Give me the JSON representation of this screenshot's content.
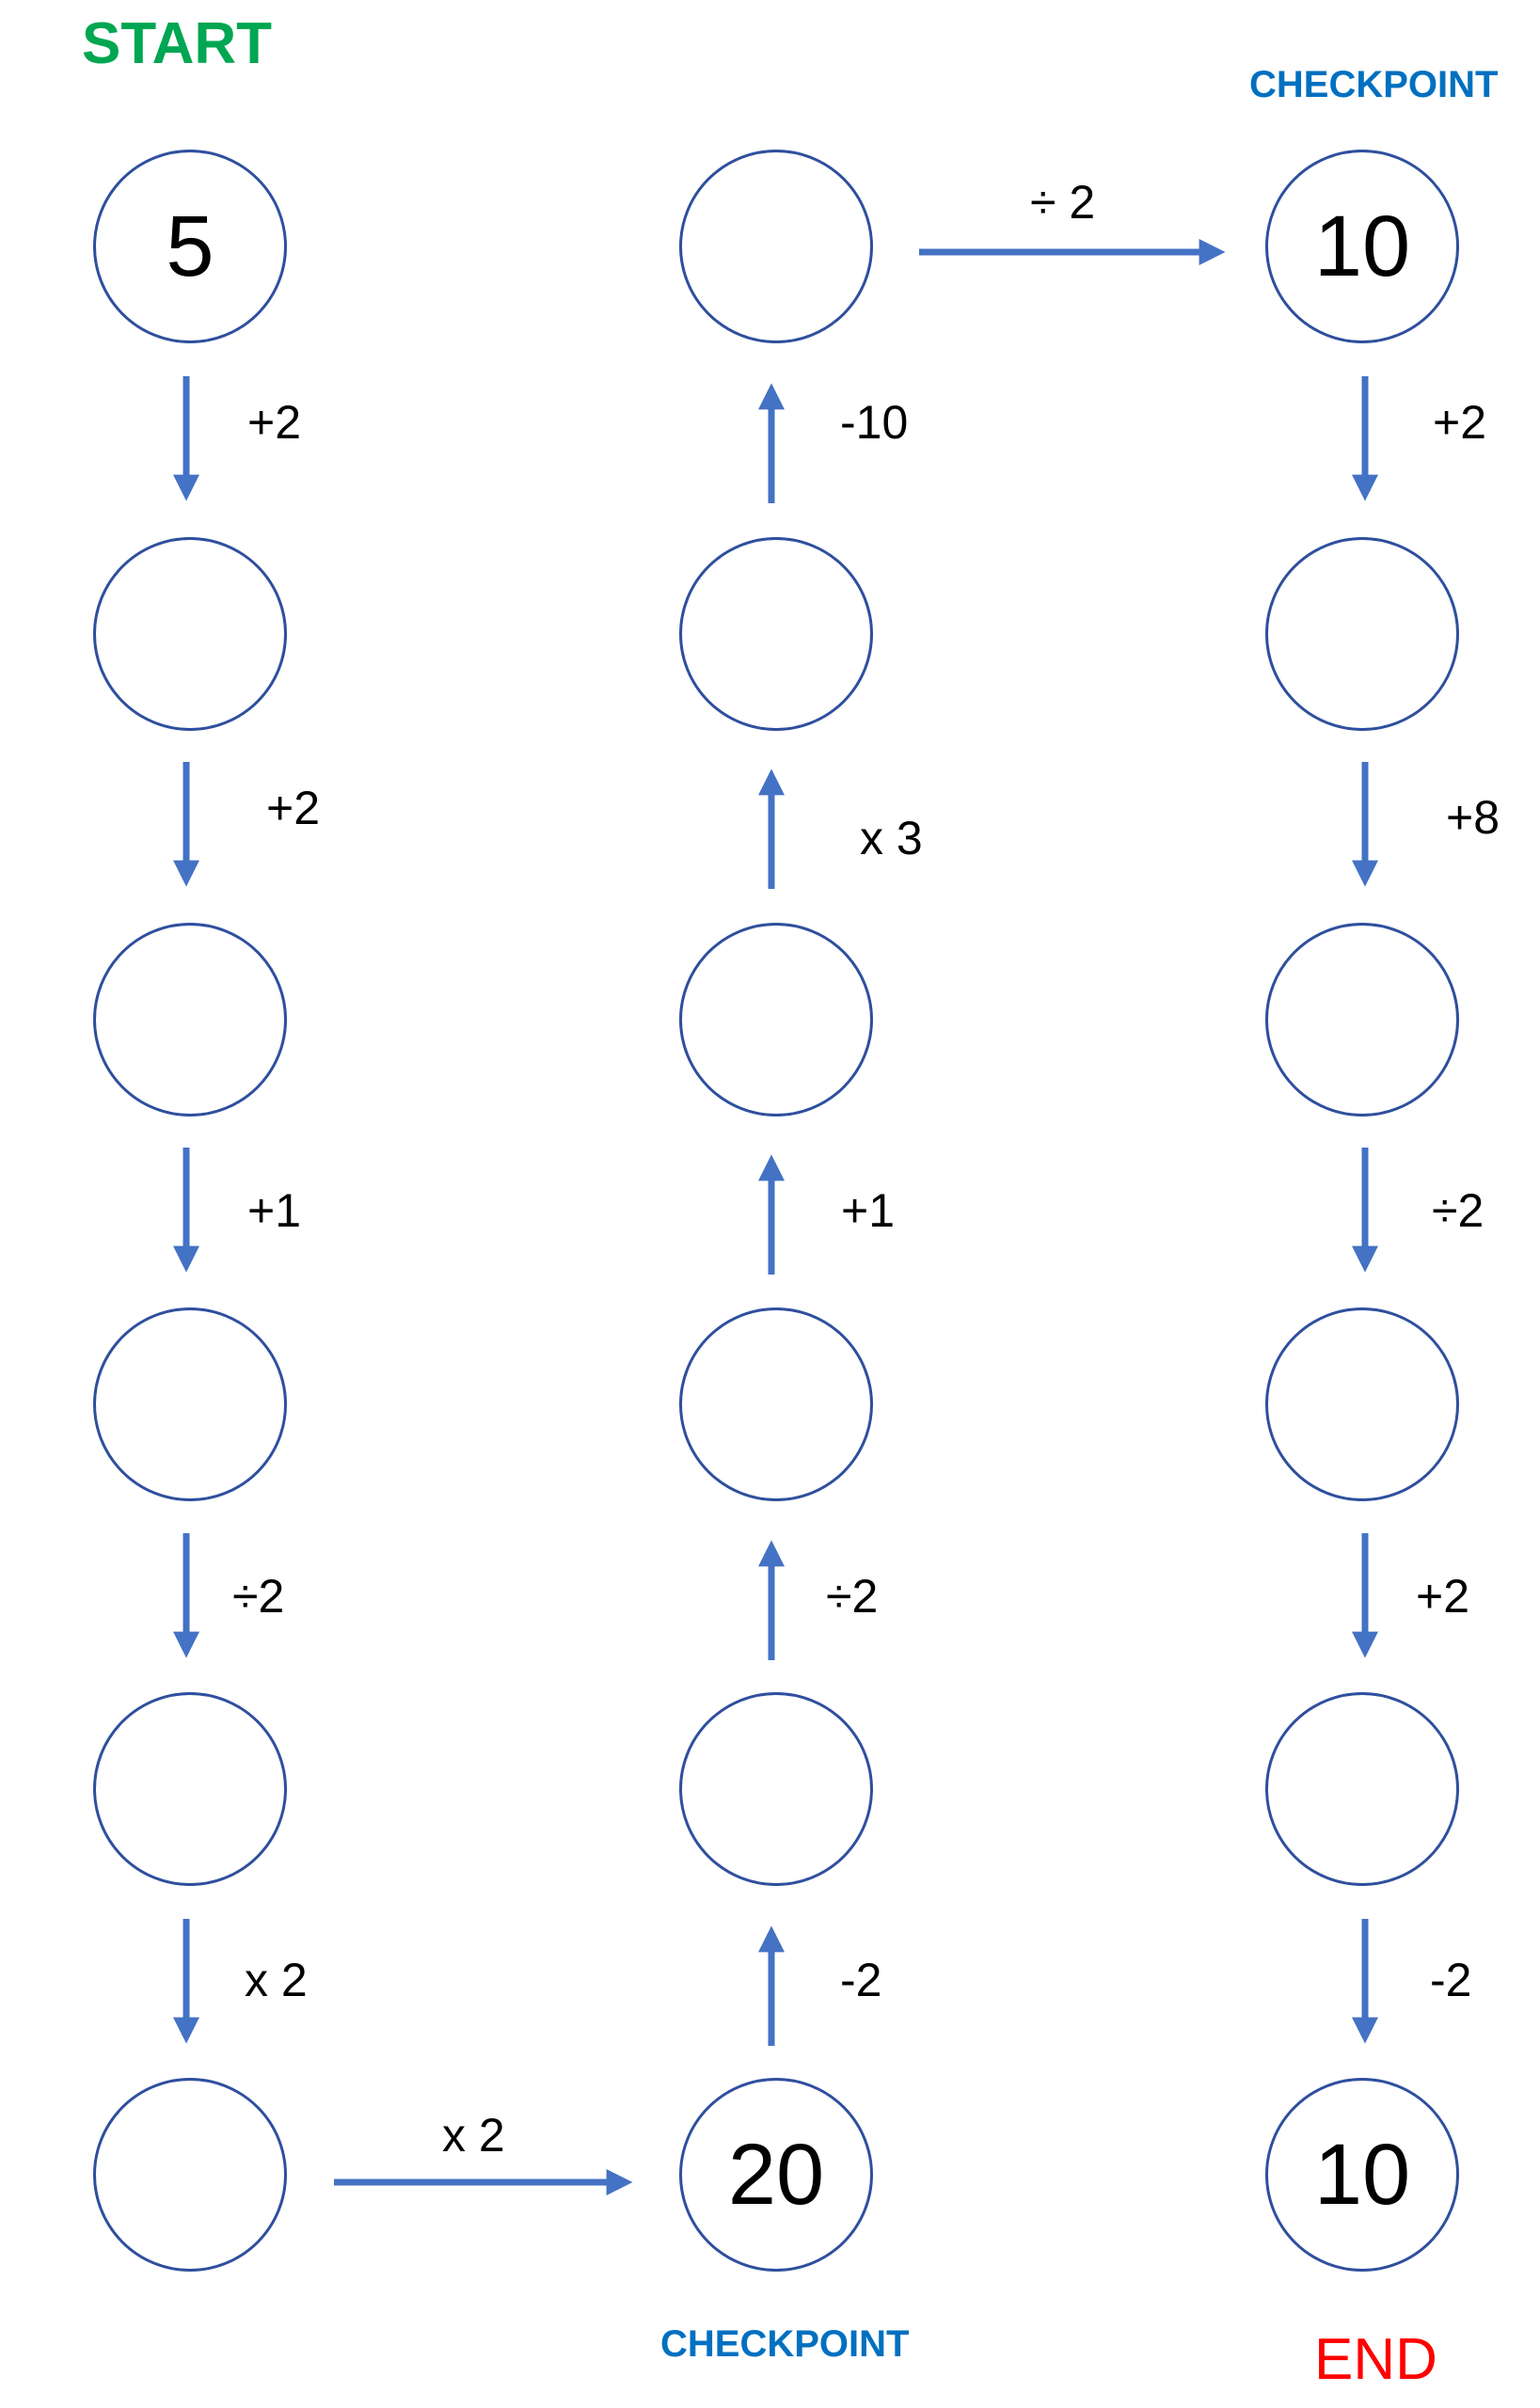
{
  "colors": {
    "circle_stroke": "#2f4f9e",
    "arrow": "#4472c4",
    "start": "#00a651",
    "checkpoint": "#0070c0",
    "end": "#ff0000",
    "text": "#000000"
  },
  "labels": {
    "start": "START",
    "checkpoint_top": "CHECKPOINT",
    "checkpoint_bottom": "CHECKPOINT",
    "end": "END"
  },
  "columns": [
    {
      "nodes": [
        "5",
        "",
        "",
        "",
        "",
        ""
      ],
      "ops": [
        "+2",
        "+2",
        "+1",
        "÷2",
        "x 2"
      ],
      "direction": "down"
    },
    {
      "nodes": [
        "",
        "",
        "",
        "",
        "",
        "20"
      ],
      "ops": [
        "-10",
        "x 3",
        "+1",
        "÷2",
        "-2"
      ],
      "direction": "up"
    },
    {
      "nodes": [
        "10",
        "",
        "",
        "",
        "",
        "10"
      ],
      "ops": [
        "+2",
        "+8",
        "÷2",
        "+2",
        "-2"
      ],
      "direction": "down"
    }
  ],
  "horizontal_ops": {
    "bottom_left_to_middle": "x 2",
    "top_middle_to_right": "÷ 2"
  }
}
